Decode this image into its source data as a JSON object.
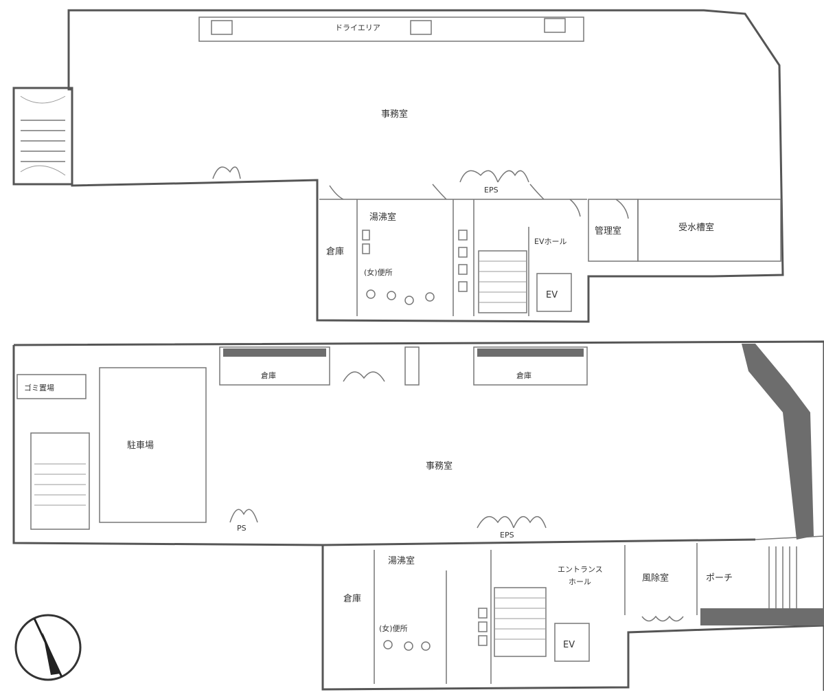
{
  "upper_floor": {
    "dry_area": "ドライエリア",
    "office": "事務室",
    "restroom_area": "(女)便所",
    "pantry": "湯沸室",
    "storage": "倉庫",
    "ev_hall": "EVホール",
    "ev": "EV",
    "management_room": "管理室",
    "water_room": "受水槽室",
    "eps": "EPS"
  },
  "lower_floor": {
    "office": "事務室",
    "parking": "駐車場",
    "garbage": "ゴミ置場",
    "storage": "倉庫",
    "storage2": "倉庫",
    "pantry": "湯沸室",
    "storage3": "倉庫",
    "restroom_area": "(女)便所",
    "entrance_hall_line1": "エントランス",
    "entrance_hall_line2": "ホール",
    "ev": "EV",
    "reception": "風除室",
    "porch": "ポーチ",
    "eps": "EPS",
    "ps": "PS"
  },
  "compass": {
    "icon": "north-arrow-icon"
  }
}
